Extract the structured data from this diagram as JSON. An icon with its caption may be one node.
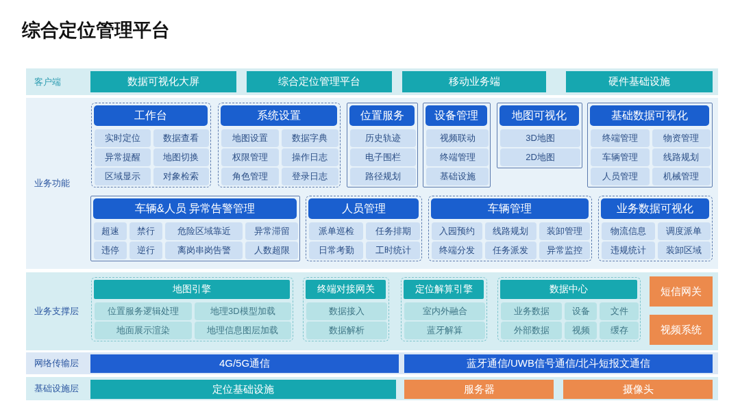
{
  "diagram": {
    "title": "综合定位管理平台",
    "nodes": [
      {
        "text": [
          "客户端"
        ]
      },
      {
        "text": [
          "数据可视化大屏"
        ],
        "in": 0
      },
      {
        "text": [
          "综合定位管理平台"
        ],
        "in": 0
      },
      {
        "text": [
          "移动业务端"
        ],
        "in": 0
      },
      {
        "text": [
          "硬件基础设施"
        ],
        "in": 0
      },
      {
        "text": [
          "业务功能"
        ]
      },
      {
        "text": [
          "工作台"
        ],
        "in": 5
      },
      {
        "text": [
          "实时定位"
        ],
        "in": 6
      },
      {
        "text": [
          "数据查看"
        ],
        "in": 6
      },
      {
        "text": [
          "异常提醒"
        ],
        "in": 6
      },
      {
        "text": [
          "地图切换"
        ],
        "in": 6
      },
      {
        "text": [
          "区域显示"
        ],
        "in": 6
      },
      {
        "text": [
          "对象检索"
        ],
        "in": 6
      },
      {
        "text": [
          "系统设置"
        ],
        "in": 5
      },
      {
        "text": [
          "地图设置"
        ],
        "in": 13
      },
      {
        "text": [
          "数据字典"
        ],
        "in": 13
      },
      {
        "text": [
          "权限管理"
        ],
        "in": 13
      },
      {
        "text": [
          "操作日志"
        ],
        "in": 13
      },
      {
        "text": [
          "角色管理"
        ],
        "in": 13
      },
      {
        "text": [
          "登录日志"
        ],
        "in": 13
      },
      {
        "text": [
          "位置服务"
        ],
        "in": 5
      },
      {
        "text": [
          "历史轨迹"
        ],
        "in": 20
      },
      {
        "text": [
          "电子围栏"
        ],
        "in": 20
      },
      {
        "text": [
          "路径规划"
        ],
        "in": 20
      },
      {
        "text": [
          "设备管理"
        ],
        "in": 5
      },
      {
        "text": [
          "视频联动"
        ],
        "in": 24
      },
      {
        "text": [
          "终端管理"
        ],
        "in": 24
      },
      {
        "text": [
          "基础设施"
        ],
        "in": 24
      },
      {
        "text": [
          "地图可视化"
        ],
        "in": 5
      },
      {
        "text": [
          "3D地图"
        ],
        "in": 28
      },
      {
        "text": [
          "2D地图"
        ],
        "in": 28
      },
      {
        "text": [
          "基础数据可视化"
        ],
        "in": 5
      },
      {
        "text": [
          "终端管理"
        ],
        "in": 31
      },
      {
        "text": [
          "物资管理"
        ],
        "in": 31
      },
      {
        "text": [
          "车辆管理"
        ],
        "in": 31
      },
      {
        "text": [
          "线路规划"
        ],
        "in": 31
      },
      {
        "text": [
          "人员管理"
        ],
        "in": 31
      },
      {
        "text": [
          "机械管理"
        ],
        "in": 31
      },
      {
        "text": [
          "车辆&人员 异常告警管理"
        ],
        "in": 5
      },
      {
        "text": [
          "超速"
        ],
        "in": 38
      },
      {
        "text": [
          "禁行"
        ],
        "in": 38
      },
      {
        "text": [
          "危险区域靠近"
        ],
        "in": 38
      },
      {
        "text": [
          "异常滞留"
        ],
        "in": 38
      },
      {
        "text": [
          "违停"
        ],
        "in": 38
      },
      {
        "text": [
          "逆行"
        ],
        "in": 38
      },
      {
        "text": [
          "离岗串岗告警"
        ],
        "in": 38
      },
      {
        "text": [
          "人数超限"
        ],
        "in": 38
      },
      {
        "text": [
          "人员管理"
        ],
        "in": 5
      },
      {
        "text": [
          "派单巡检"
        ],
        "in": 47
      },
      {
        "text": [
          "任务排期"
        ],
        "in": 47
      },
      {
        "text": [
          "日常考勤"
        ],
        "in": 47
      },
      {
        "text": [
          "工时统计"
        ],
        "in": 47
      },
      {
        "text": [
          "车辆管理"
        ],
        "in": 5
      },
      {
        "text": [
          "入园预约"
        ],
        "in": 52
      },
      {
        "text": [
          "线路规划"
        ],
        "in": 52
      },
      {
        "text": [
          "装卸管理"
        ],
        "in": 52
      },
      {
        "text": [
          "终端分发"
        ],
        "in": 52
      },
      {
        "text": [
          "任务派发"
        ],
        "in": 52
      },
      {
        "text": [
          "异常监控"
        ],
        "in": 52
      },
      {
        "text": [
          "业务数据可视化"
        ],
        "in": 5
      },
      {
        "text": [
          "物流信息"
        ],
        "in": 59
      },
      {
        "text": [
          "调度派单"
        ],
        "in": 59
      },
      {
        "text": [
          "违规统计"
        ],
        "in": 59
      },
      {
        "text": [
          "装卸区域"
        ],
        "in": 59
      },
      {
        "text": [
          "业务支撑层"
        ]
      },
      {
        "text": [
          "地图引擎"
        ],
        "in": 64
      },
      {
        "text": [
          "位置服务逻辑处理"
        ],
        "in": 65
      },
      {
        "text": [
          "地理3D模型加载"
        ],
        "in": 65
      },
      {
        "text": [
          "地面展示渲染"
        ],
        "in": 65
      },
      {
        "text": [
          "地理信息图层加载"
        ],
        "in": 65
      },
      {
        "text": [
          "终端对接网关"
        ],
        "in": 64
      },
      {
        "text": [
          "数据接入"
        ],
        "in": 70
      },
      {
        "text": [
          "数据解析"
        ],
        "in": 70
      },
      {
        "text": [
          "定位解算引擎"
        ],
        "in": 64
      },
      {
        "text": [
          "室内外融合"
        ],
        "in": 73
      },
      {
        "text": [
          "蓝牙解算"
        ],
        "in": 73
      },
      {
        "text": [
          "数据中心"
        ],
        "in": 64
      },
      {
        "text": [
          "业务数据"
        ],
        "in": 76
      },
      {
        "text": [
          "设备"
        ],
        "in": 76
      },
      {
        "text": [
          "文件"
        ],
        "in": 76
      },
      {
        "text": [
          "外部数据"
        ],
        "in": 76
      },
      {
        "text": [
          "视频"
        ],
        "in": 76
      },
      {
        "text": [
          "缓存"
        ],
        "in": 76
      },
      {
        "text": [
          "短信网关"
        ],
        "in": 64
      },
      {
        "text": [
          "视频系统"
        ],
        "in": 64
      },
      {
        "text": [
          "网络传输层"
        ]
      },
      {
        "text": [
          "4G/5G通信"
        ],
        "in": 85
      },
      {
        "text": [
          "蓝牙通信/UWB信号通信/北斗短报文通信"
        ],
        "in": 85
      },
      {
        "text": [
          "基础设施层"
        ]
      },
      {
        "text": [
          "定位基础设施"
        ],
        "in": 88
      },
      {
        "text": [
          "服务器"
        ],
        "in": 88
      },
      {
        "text": [
          "摄像头"
        ],
        "in": 88
      }
    ]
  }
}
